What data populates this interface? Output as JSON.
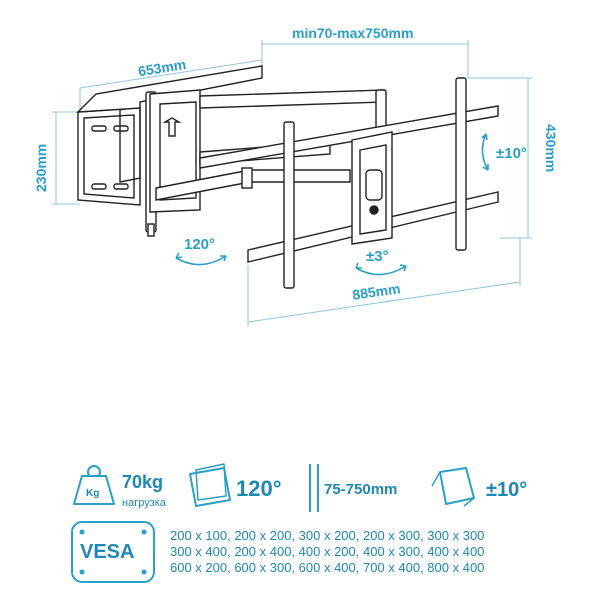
{
  "dimensions": {
    "depth_range": "min70-max750mm",
    "arm_width": "653mm",
    "height_bracket": "230mm",
    "plate_height": "430mm",
    "plate_width": "885mm",
    "tilt": "±10°",
    "swivel": "120°",
    "rotation": "±3°"
  },
  "specs": {
    "weight_unit_icon": "Kg",
    "weight_value": "70kg",
    "weight_caption": "нагрузка",
    "swivel_angle": "120°",
    "extension": "75-750mm",
    "tilt_angle": "±10°"
  },
  "vesa": {
    "label": "VESA",
    "rows": [
      "200 x 100, 200 x 200, 300 x 200, 200 x 300, 300 x 300",
      "300 x 400, 200 x 400, 400 x 200, 400 x 300, 400 x 400",
      "600 x 200, 600 x 300, 600 x 400, 700 x 400, 800 x 400"
    ]
  },
  "colors": {
    "accent": "#2a9fc9",
    "line": "#222222",
    "dim_line": "#8fc6de"
  }
}
